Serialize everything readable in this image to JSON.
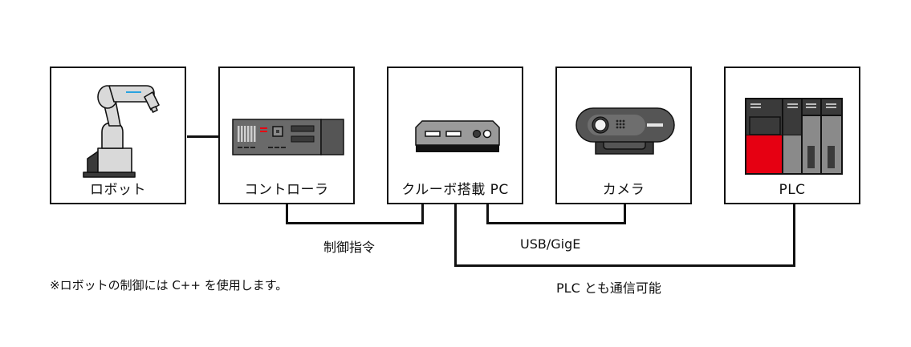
{
  "nodes": [
    {
      "id": "robot",
      "label": "ロボット",
      "icon": "robot-arm-icon"
    },
    {
      "id": "controller",
      "label": "コントローラ",
      "icon": "controller-unit-icon"
    },
    {
      "id": "pc",
      "label": "クルーボ搭載 PC",
      "icon": "mini-pc-icon"
    },
    {
      "id": "camera",
      "label": "カメラ",
      "icon": "webcam-icon"
    },
    {
      "id": "plc",
      "label": "PLC",
      "icon": "plc-rack-icon"
    }
  ],
  "connections": [
    {
      "from": "robot",
      "to": "controller",
      "label": ""
    },
    {
      "from": "controller",
      "to": "pc",
      "label": "制御指令"
    },
    {
      "from": "pc",
      "to": "camera",
      "label": "USB/GigE"
    },
    {
      "from": "pc",
      "to": "plc",
      "label": "PLC とも通信可能"
    }
  ],
  "note": "※ロボットの制御には C++ を使用します。",
  "colors": {
    "line": "#111111",
    "accent_red": "#e60012",
    "accent_blue": "#29a3e0",
    "device_dark": "#3a3a3a",
    "device_mid": "#8a8a8a",
    "device_light": "#d9d9d9"
  }
}
